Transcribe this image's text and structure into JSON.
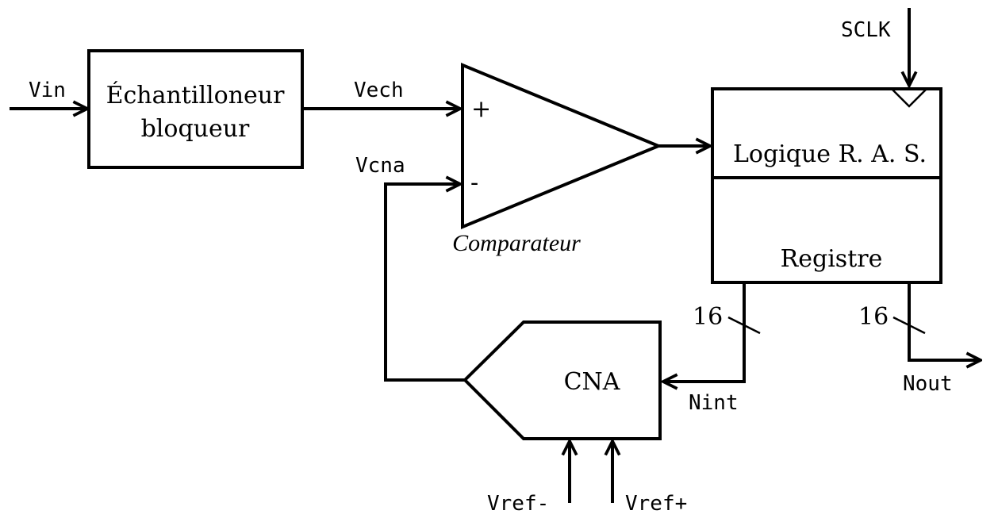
{
  "blocks": {
    "sampler": {
      "line1": "Échantilloneur",
      "line2": "bloqueur"
    },
    "comparator": {
      "label": "Comparateur",
      "plus": "+",
      "minus": "-"
    },
    "sar_logic": {
      "label": "Logique R. A. S."
    },
    "register": {
      "label": "Registre"
    },
    "dac": {
      "label": "CNA"
    }
  },
  "signals": {
    "vin": "Vin",
    "vech": "Vech",
    "vcna": "Vcna",
    "sclk": "SCLK",
    "nint": "Nint",
    "nout": "Nout",
    "vref_minus": "Vref-",
    "vref_plus": "Vref+"
  },
  "bus_widths": {
    "nint": "16",
    "nout": "16"
  }
}
